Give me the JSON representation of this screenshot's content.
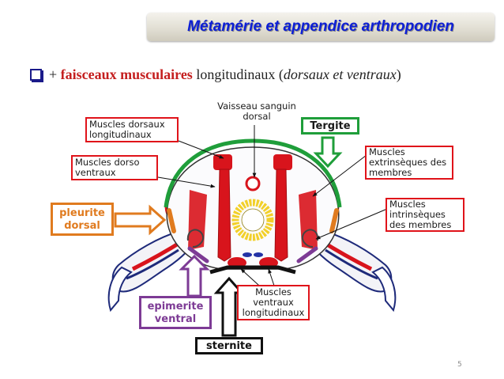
{
  "title": "Métamérie et appendice arthropodien",
  "bullet": {
    "prefix": "+",
    "keyword": "faisceaux musculaires",
    "middle": "longitudinaux (",
    "italic": "dorsaux et ventraux",
    "suffix": ")"
  },
  "labels": {
    "vaisseau": "Vaisseau sanguin dorsal",
    "tergite": "Tergite",
    "muscles_dorsaux": "Muscles dorsaux longitudinaux",
    "muscles_dorso_ventraux": "Muscles dorso ventraux",
    "muscles_extrinseques": "Muscles extrinsèques des membres",
    "muscles_intrinseques": "Muscles intrinsèques des membres",
    "pleurite_dorsal": "pleurite dorsal",
    "epimerite_ventral": "epimerite ventral",
    "muscles_ventraux": "Muscles ventraux longitudinaux",
    "sternite": "sternite"
  },
  "page_number": "5",
  "colors": {
    "title": "#0d1fd6",
    "keyword": "#c41e1e",
    "tergite": "#1f9e3a",
    "pleurite": "#e07b1f",
    "epimerite": "#7d3b95",
    "sternite": "#111111",
    "muscle": "#d8141c",
    "label_border": "#e0131a"
  }
}
